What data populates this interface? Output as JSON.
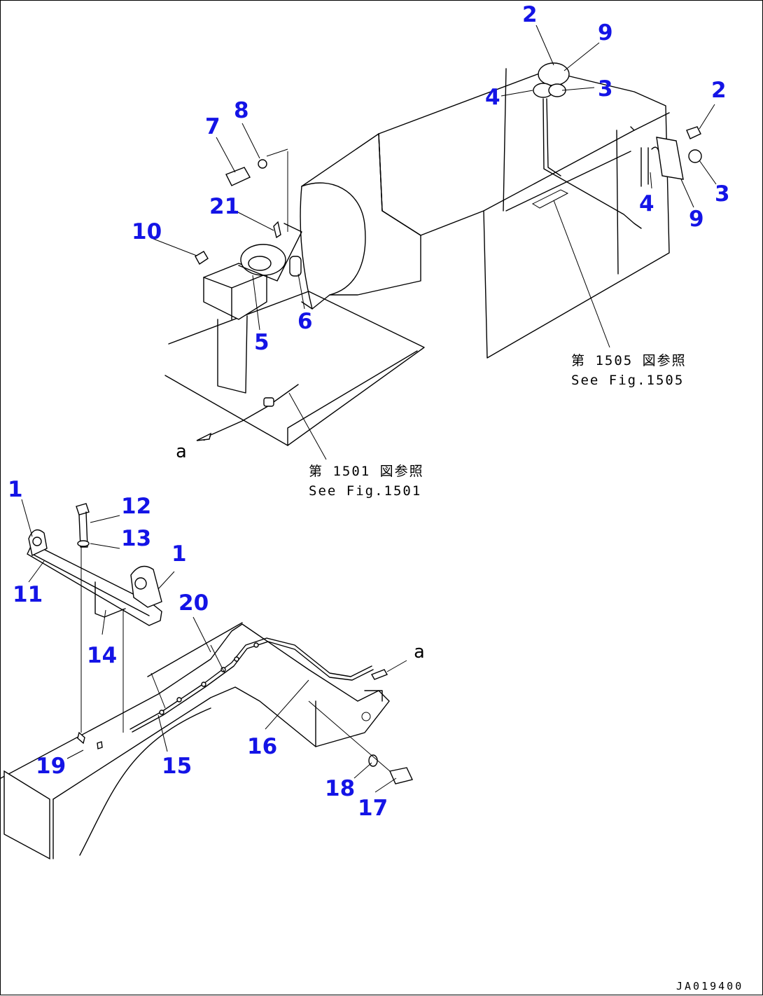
{
  "callouts": {
    "c1a": "1",
    "c1b": "1",
    "c2a": "2",
    "c2b": "2",
    "c3a": "3",
    "c3b": "3",
    "c4a": "4",
    "c4b": "4",
    "c5": "5",
    "c6": "6",
    "c7": "7",
    "c8": "8",
    "c9a": "9",
    "c9b": "9",
    "c10": "10",
    "c11": "11",
    "c12": "12",
    "c13": "13",
    "c14": "14",
    "c15": "15",
    "c16": "16",
    "c17": "17",
    "c18": "18",
    "c19": "19",
    "c20": "20",
    "c21": "21"
  },
  "references": {
    "fig1505_jp": "第 1505 図参照",
    "fig1505_en": "See Fig.1505",
    "fig1501_jp": "第 1501 図参照",
    "fig1501_en": "See Fig.1501"
  },
  "arrow_labels": {
    "a_top": "a",
    "a_bottom": "a"
  },
  "drawing_code": "JA019400",
  "colors": {
    "callout": "#1414e6",
    "line": "#000000",
    "background": "#ffffff"
  }
}
